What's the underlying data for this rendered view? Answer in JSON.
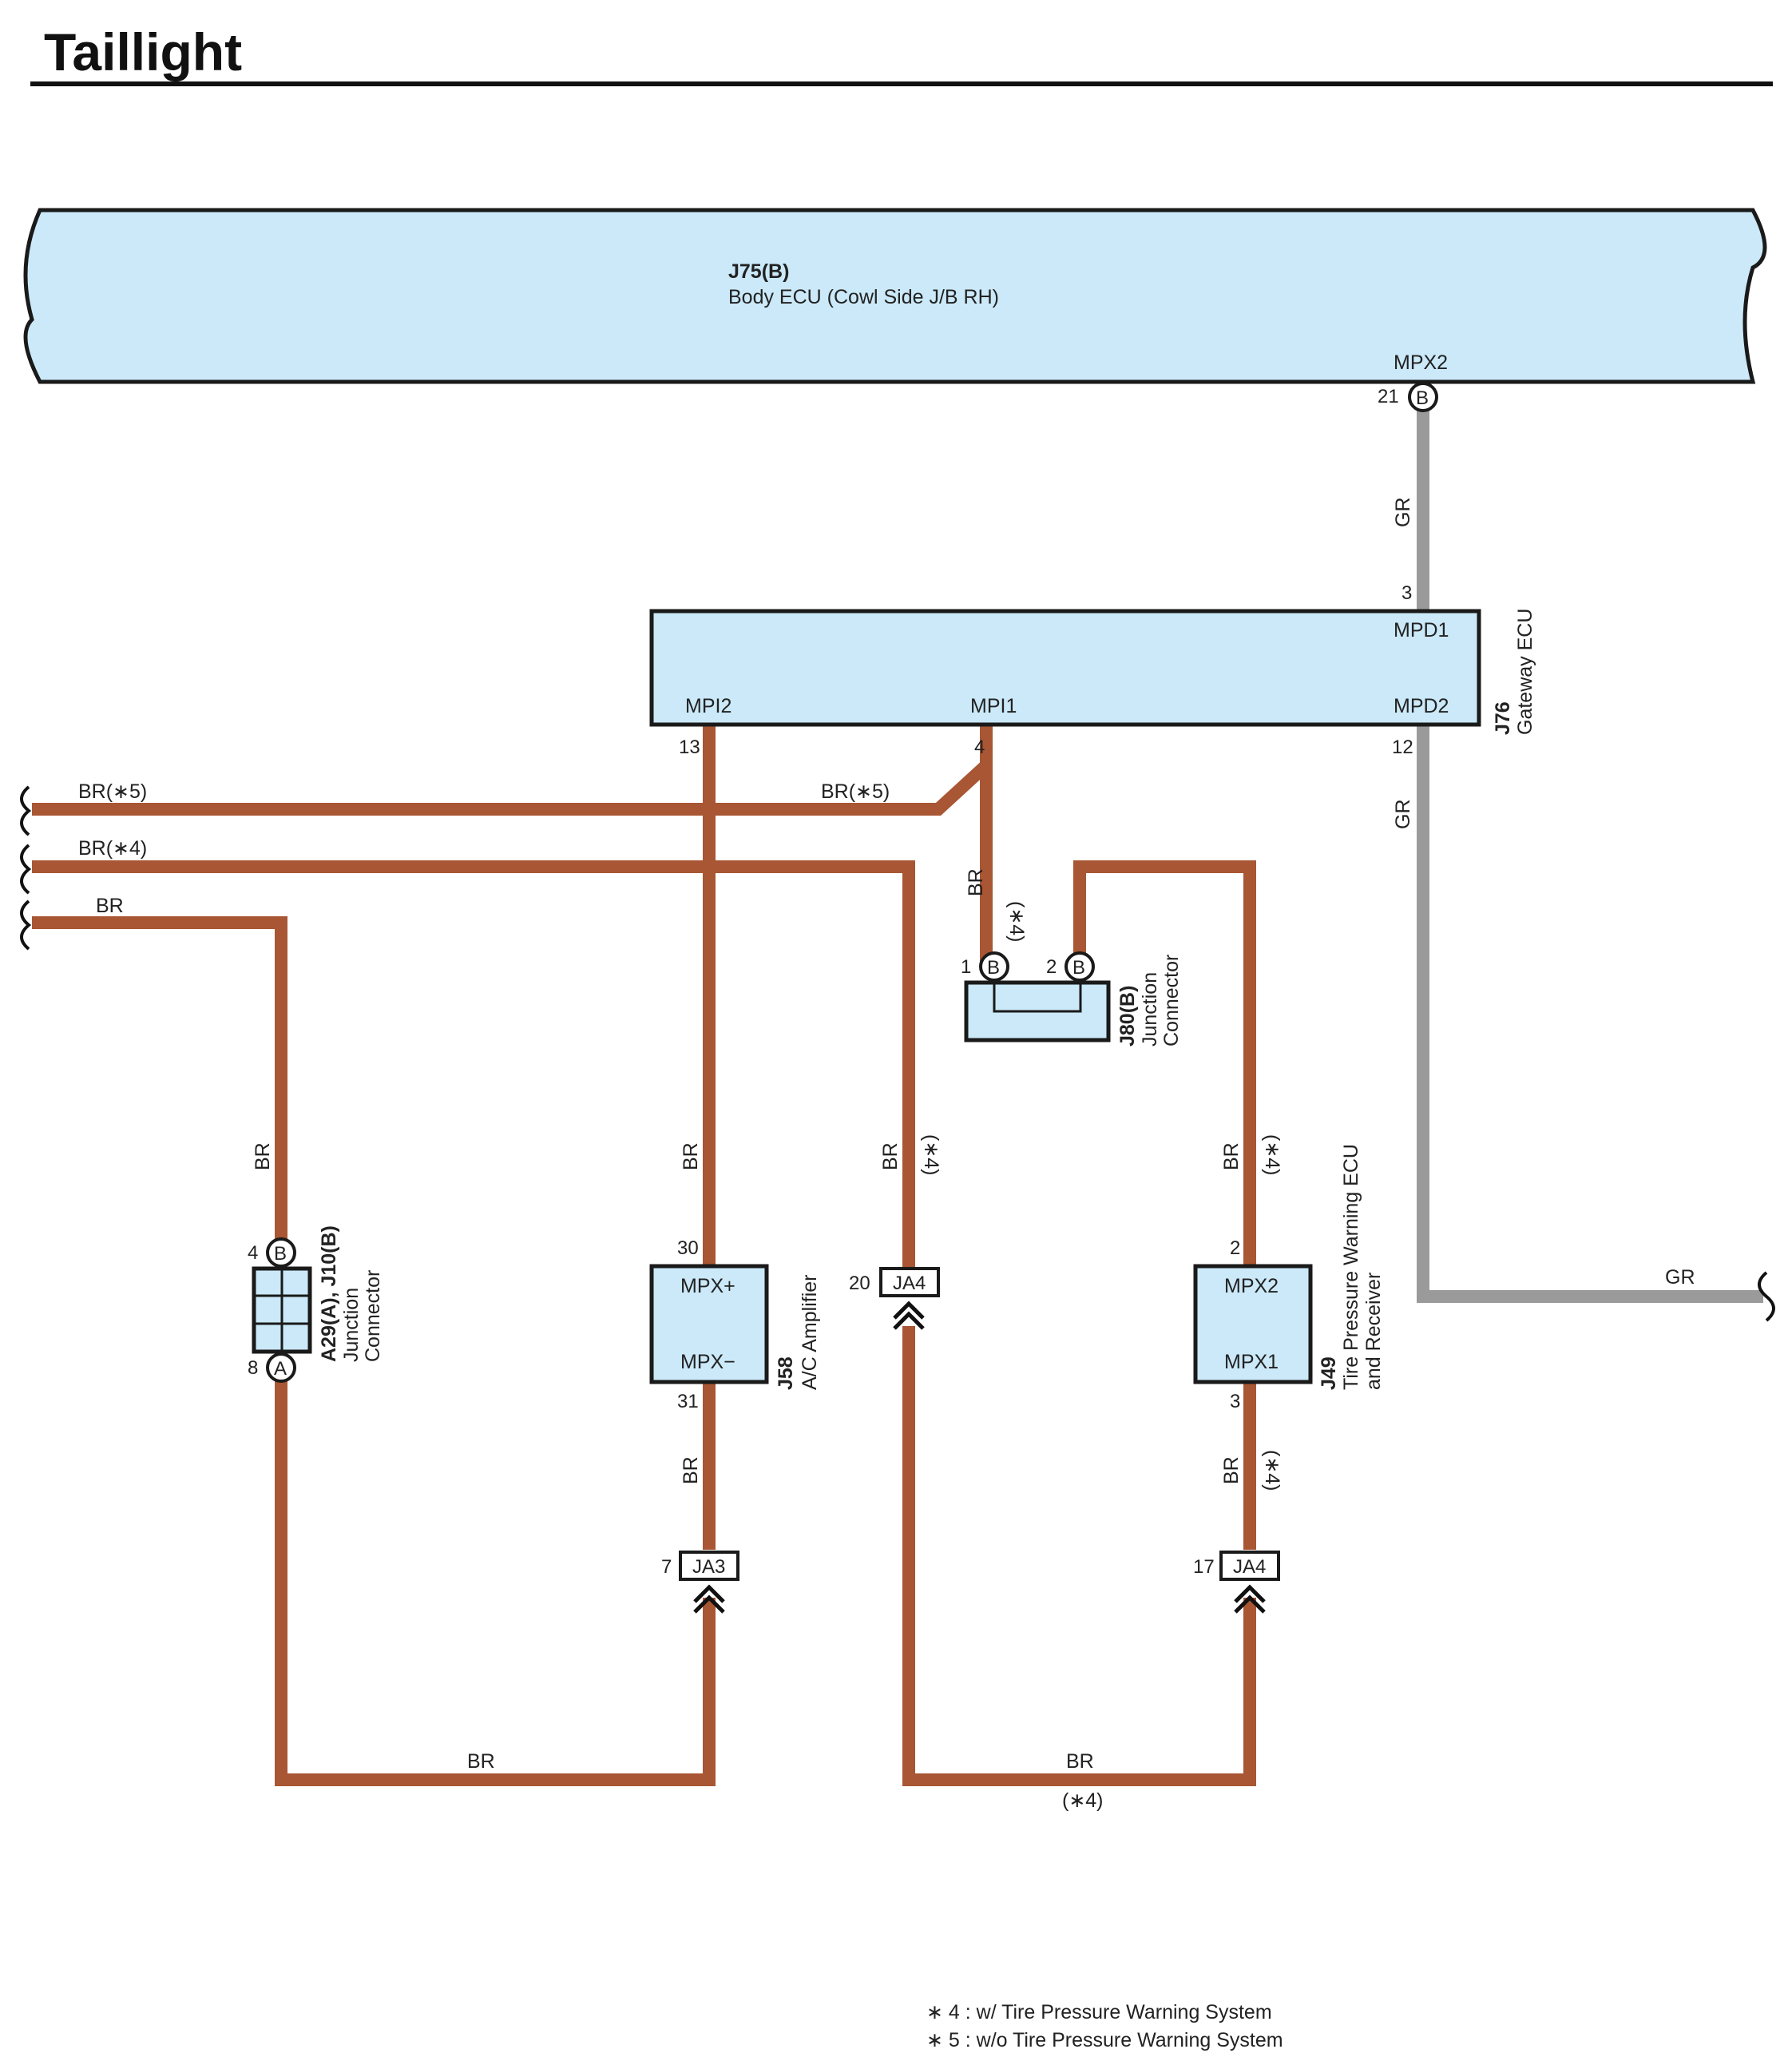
{
  "title": "Taillight",
  "body_ecu": {
    "code": "J75(B)",
    "name": "Body ECU (Cowl Side J/B RH)",
    "terminal": "MPX2",
    "pin": "21",
    "conn": "B"
  },
  "gateway_ecu": {
    "code": "J76",
    "name": "Gateway ECU",
    "t_mpd1": "MPD1",
    "t_mpd2": "MPD2",
    "t_mpi1": "MPI1",
    "t_mpi2": "MPI2",
    "p_mpd1": "3",
    "p_mpd2": "12",
    "p_mpi1": "4",
    "p_mpi2": "13"
  },
  "j80": {
    "code": "J80(B)",
    "name1": "Junction",
    "name2": "Connector",
    "p1": "1",
    "p2": "2",
    "c1": "B",
    "c2": "B"
  },
  "a29": {
    "code": "A29(A), J10(B)",
    "name1": "Junction",
    "name2": "Connector",
    "p_top": "4",
    "p_bot": "8",
    "c_top": "B",
    "c_bot": "A"
  },
  "j58": {
    "code": "J58",
    "name": "A/C Amplifier",
    "t_plus": "MPX+",
    "t_minus": "MPX−",
    "p_plus": "30",
    "p_minus": "31"
  },
  "j49": {
    "code": "J49",
    "name1": "Tire Pressure Warning ECU",
    "name2": "and Receiver",
    "t_mpx2": "MPX2",
    "t_mpx1": "MPX1",
    "p_mpx2": "2",
    "p_mpx1": "3"
  },
  "connectors": {
    "ja4_a": {
      "label": "JA4",
      "pin": "20"
    },
    "ja3": {
      "label": "JA3",
      "pin": "7"
    },
    "ja4_b": {
      "label": "JA4",
      "pin": "17"
    }
  },
  "wire_labels": {
    "gr": "GR",
    "br": "BR",
    "br5": "BR(∗5)",
    "br4": "BR(∗4)",
    "s4": "(∗4)"
  },
  "notes": [
    "∗ 4 : w/ Tire Pressure Warning System",
    "∗ 5 : w/o Tire Pressure Warning System"
  ],
  "colors": {
    "br_wire": "#a85633",
    "gr_wire": "#9a9a9a",
    "component_fill": "#cbe9f8"
  }
}
